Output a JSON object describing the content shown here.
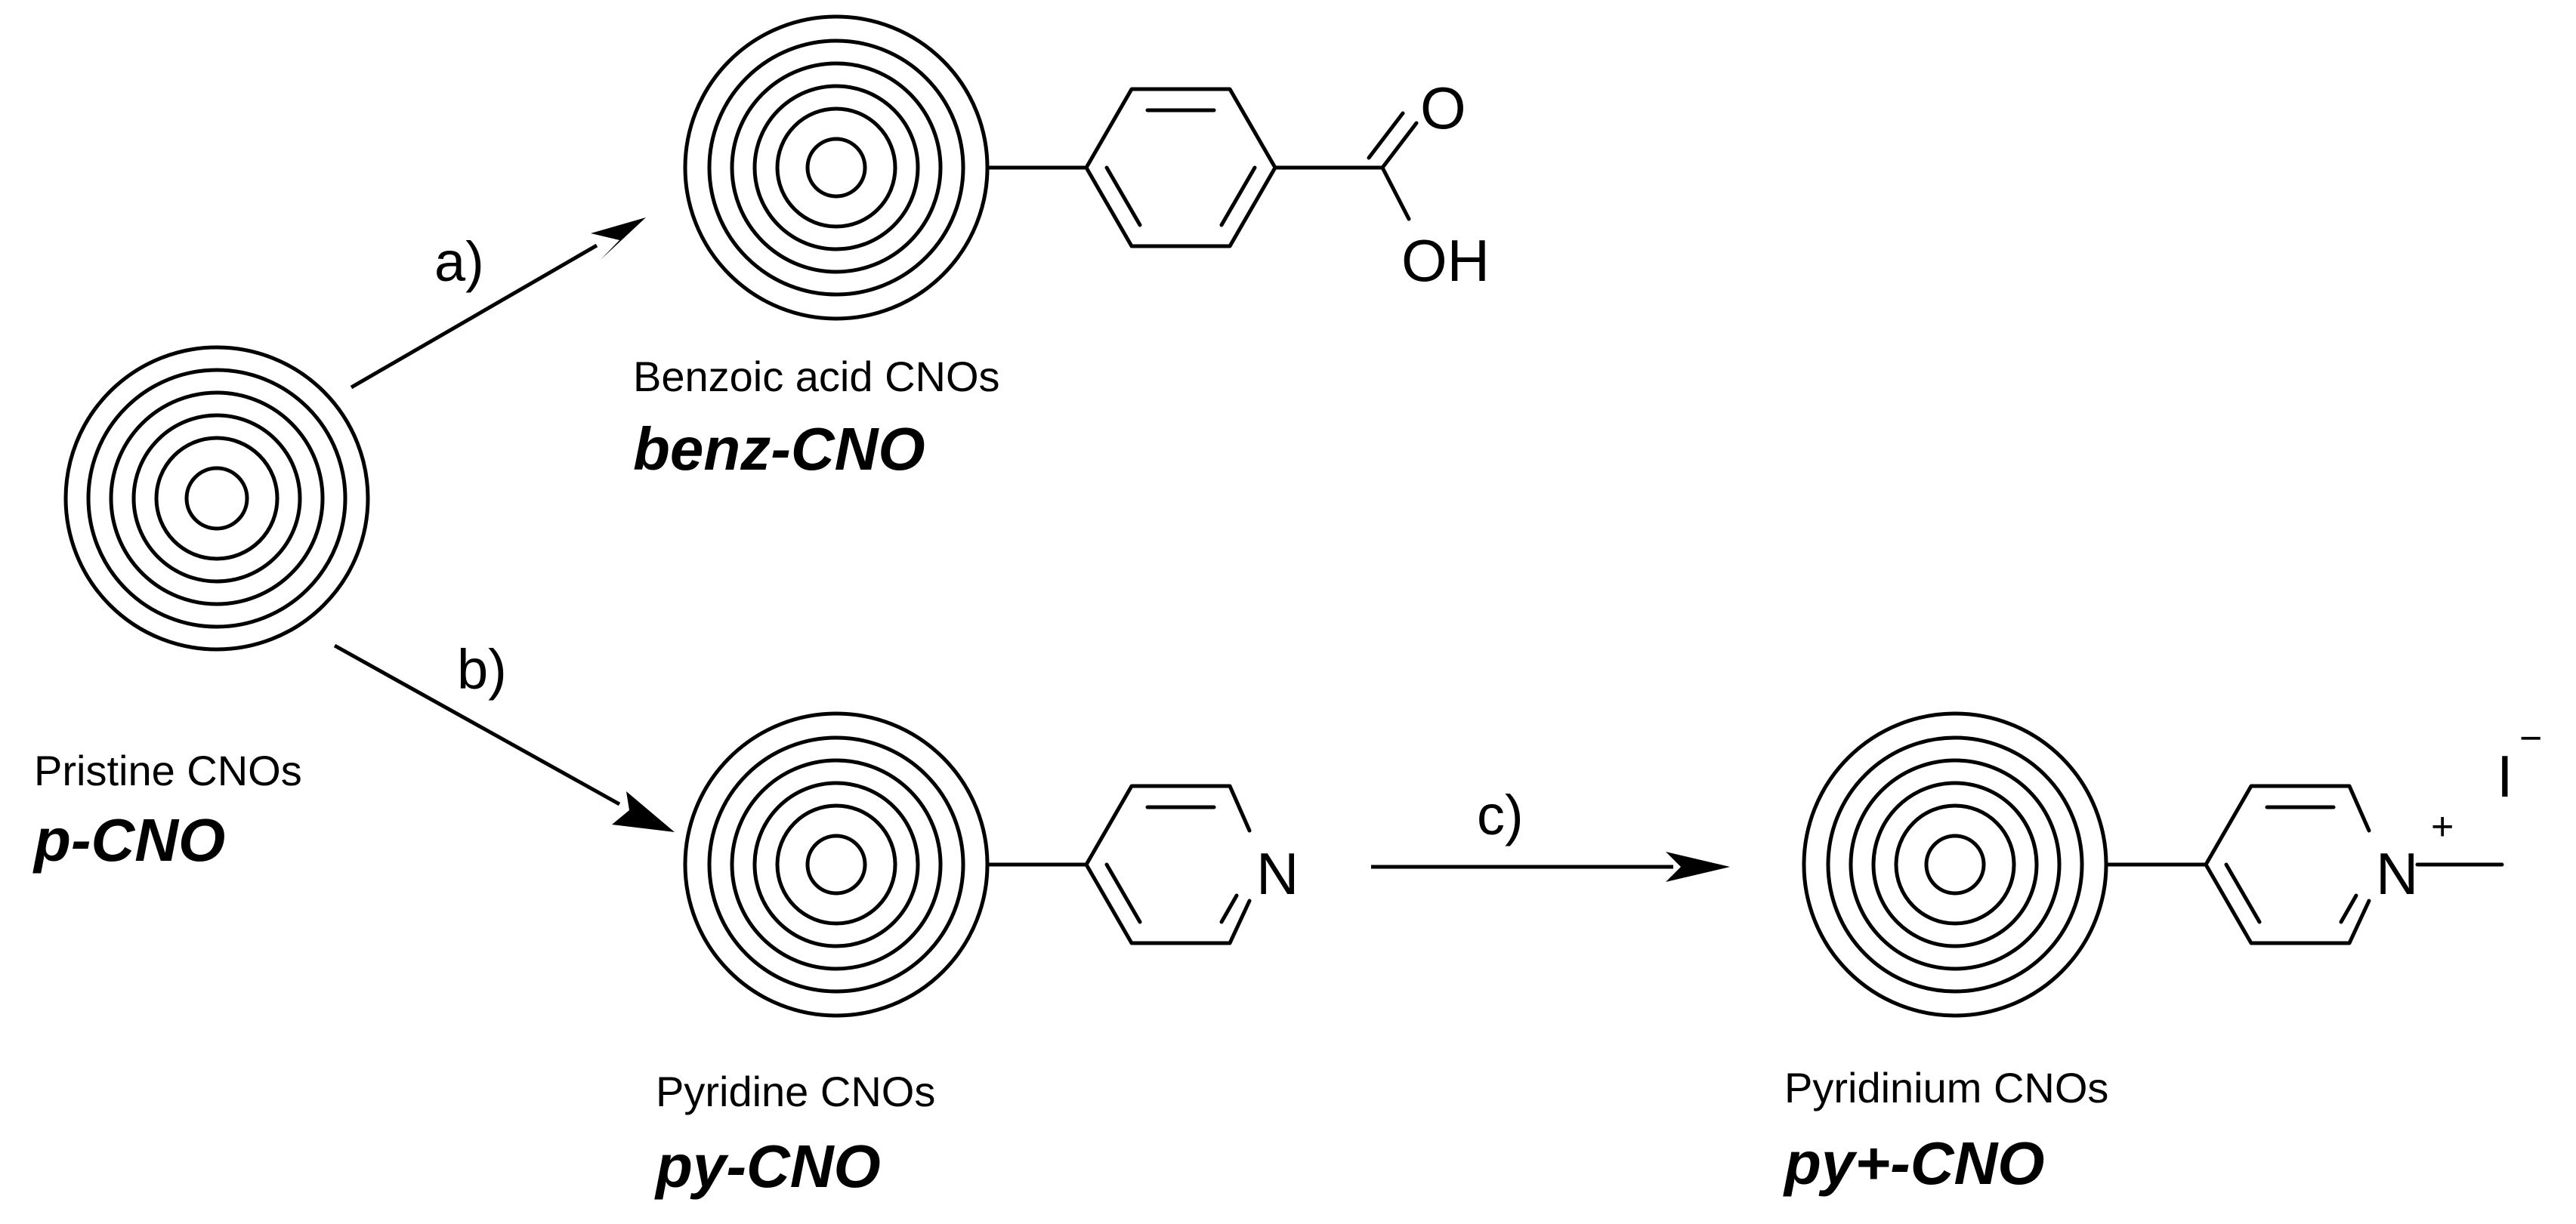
{
  "steps": {
    "a": "a)",
    "b": "b)",
    "c": "c)"
  },
  "compounds": {
    "pristine": {
      "name": "Pristine CNOs",
      "code": "p-CNO"
    },
    "benzoic": {
      "name": "Benzoic acid CNOs",
      "code": "benz-CNO"
    },
    "pyridine": {
      "name": "Pyridine CNOs",
      "code": "py-CNO"
    },
    "pyridinium": {
      "name": "Pyridinium CNOs",
      "code": "py+-CNO"
    }
  },
  "atoms": {
    "carbonyl_o": "O",
    "hydroxyl": "OH",
    "pyridine_n": "N",
    "pyridinium_n": "N",
    "charge_plus": "+",
    "iodide": "I",
    "charge_minus": "−"
  }
}
